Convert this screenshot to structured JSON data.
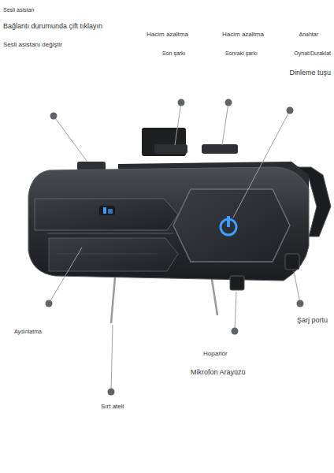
{
  "diagram": {
    "labels": [
      "Sesli asistan",
      "Bağlantı durumunda çift tıklayın",
      "Sesli asistanı değiştir",
      "Hacim azaltma",
      "Hacim azaltma",
      "Anahtar",
      "Son şarkı",
      "Sonraki şarkı",
      "Oynat/Duraklat",
      "Dinleme tuşu",
      "Aydınlatma",
      "Şarj portu",
      "Hoparlör",
      "Mikrofon Arayüzü",
      "Sırt ateli"
    ]
  }
}
